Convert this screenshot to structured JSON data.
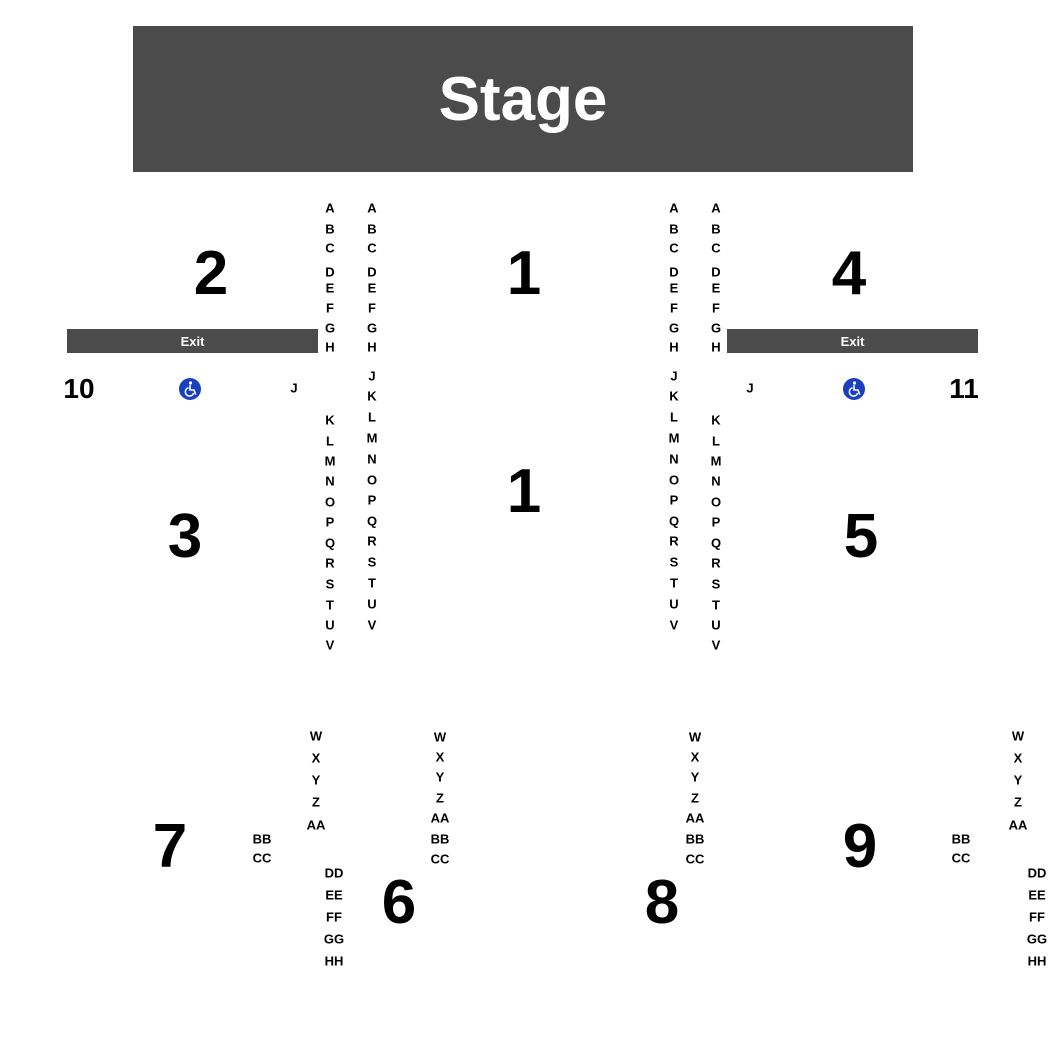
{
  "stage": {
    "label": "Stage"
  },
  "exits": {
    "left": "Exit",
    "right": "Exit"
  },
  "colors": {
    "block": "#4b4b4b",
    "accessible": "#1a3fbf"
  },
  "icons": {
    "accessible": "wheelchair-icon"
  },
  "sections": {
    "s1a": "1",
    "s1b": "1",
    "s2": "2",
    "s3": "3",
    "s4": "4",
    "s5": "5",
    "s6": "6",
    "s7": "7",
    "s8": "8",
    "s9": "9",
    "s10": "10",
    "s11": "11"
  },
  "rows": {
    "c1": [
      "A",
      "B",
      "C",
      "D",
      "E",
      "F",
      "G",
      "H",
      "K",
      "L",
      "M",
      "N",
      "O",
      "P",
      "Q",
      "R",
      "S",
      "T",
      "U",
      "V"
    ],
    "c2": [
      "A",
      "B",
      "C",
      "D",
      "E",
      "F",
      "G",
      "H",
      "J",
      "K",
      "L",
      "M",
      "N",
      "O",
      "P",
      "Q",
      "R",
      "S",
      "T",
      "U",
      "V"
    ],
    "c3": [
      "A",
      "B",
      "C",
      "D",
      "E",
      "F",
      "G",
      "H",
      "J",
      "K",
      "L",
      "M",
      "N",
      "O",
      "P",
      "Q",
      "R",
      "S",
      "T",
      "U",
      "V"
    ],
    "c4": [
      "A",
      "B",
      "C",
      "D",
      "E",
      "F",
      "G",
      "H",
      "K",
      "L",
      "M",
      "N",
      "O",
      "P",
      "Q",
      "R",
      "S",
      "T",
      "U",
      "V"
    ],
    "jl": "J",
    "jr": "J",
    "b1": [
      "W",
      "X",
      "Y",
      "Z",
      "AA"
    ],
    "b2": [
      "BB",
      "CC"
    ],
    "b3": [
      "DD",
      "EE",
      "FF",
      "GG",
      "HH"
    ],
    "b4": [
      "W",
      "X",
      "Y",
      "Z",
      "AA",
      "BB",
      "CC"
    ],
    "b5": [
      "W",
      "X",
      "Y",
      "Z",
      "AA",
      "BB",
      "CC"
    ],
    "b6": [
      "W",
      "X",
      "Y",
      "Z",
      "AA"
    ],
    "b7": [
      "BB",
      "CC"
    ],
    "b8": [
      "DD",
      "EE",
      "FF",
      "GG",
      "HH"
    ]
  }
}
